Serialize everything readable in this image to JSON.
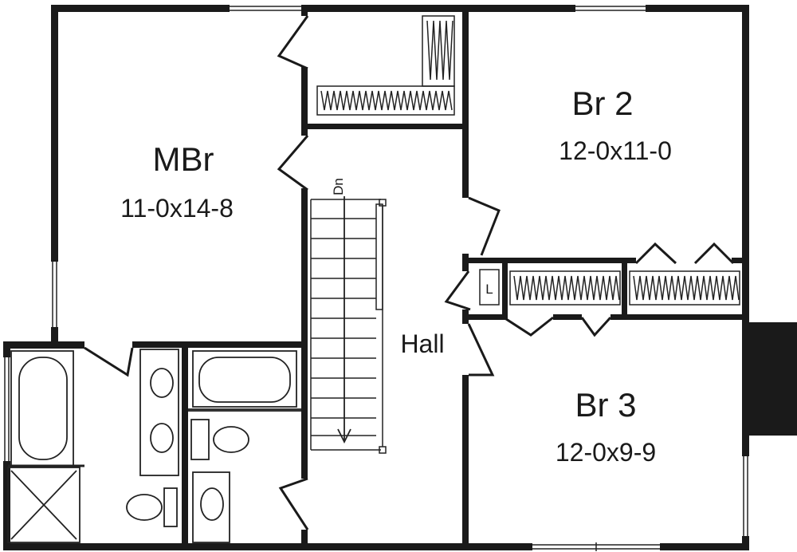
{
  "rooms": {
    "mbr": {
      "name": "MBr",
      "dims": "11-0x14-8"
    },
    "br2": {
      "name": "Br 2",
      "dims": "12-0x11-0"
    },
    "br3": {
      "name": "Br 3",
      "dims": "12-0x9-9"
    },
    "hall": {
      "name": "Hall"
    }
  },
  "stair_label": "Dn",
  "linen_label": "L",
  "colors": {
    "wall": "#1a1a1a",
    "line": "#222222",
    "background": "#ffffff"
  }
}
